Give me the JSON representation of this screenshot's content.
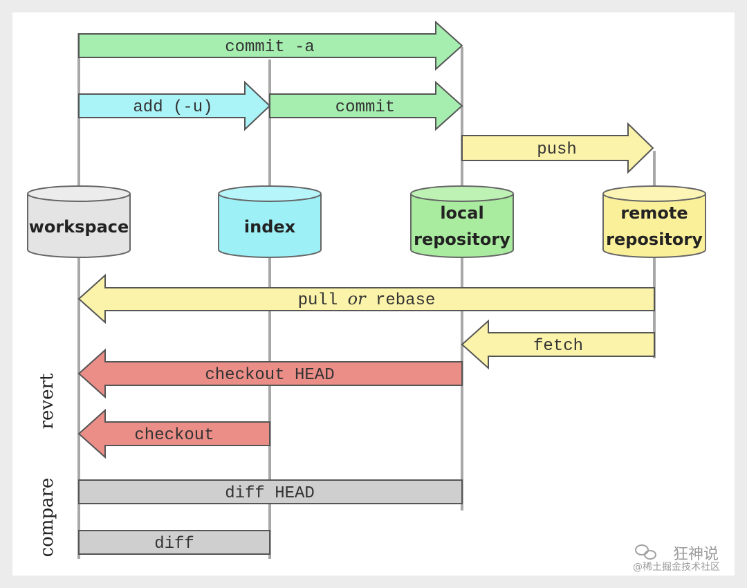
{
  "stores": {
    "workspace": "workspace",
    "index": "index",
    "local_line1": "local",
    "local_line2": "repository",
    "remote_line1": "remote",
    "remote_line2": "repository"
  },
  "commands": {
    "commit_a": "commit -a",
    "add": "add (-u)",
    "commit": "commit",
    "push": "push",
    "pull": "pull",
    "or": "or",
    "rebase": "rebase",
    "fetch": "fetch",
    "checkout_head": "checkout HEAD",
    "checkout": "checkout",
    "diff_head": "diff HEAD",
    "diff": "diff"
  },
  "side_labels": {
    "revert": "revert",
    "compare": "compare"
  },
  "watermark": {
    "line1": "狂神说",
    "line2": "@稀土掘金技术社区"
  },
  "colors": {
    "green": "#a6eeb0",
    "blue": "#aaf3f7",
    "yellow": "#fbf3aa",
    "red": "#eb8e88",
    "gray": "#cfcfcf",
    "workspace_fill": "#e4e4e4",
    "index_fill": "#9ef0f7",
    "local_fill": "#a9ec9f",
    "remote_fill": "#fbf09a"
  }
}
